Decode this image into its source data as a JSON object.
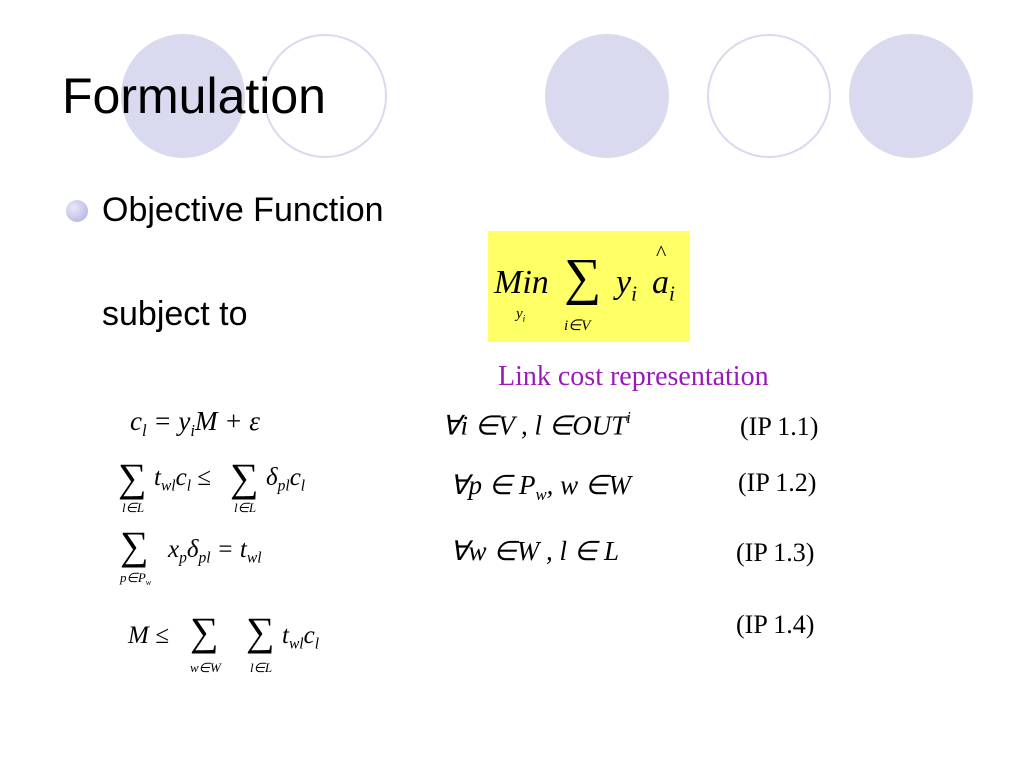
{
  "slide": {
    "title": "Formulation",
    "bullet": "Objective Function",
    "subject_to": "subject to",
    "caption": "Link cost representation"
  },
  "objective": {
    "min": "Min",
    "min_sub": "y",
    "min_sub_sub": "i",
    "sum_sym": "∑",
    "sum_limit": "i∈V",
    "var_y": "y",
    "var_y_sub": "i",
    "hat": "^",
    "var_a": "a",
    "var_a_sub": "i"
  },
  "constraints": [
    {
      "label": "(IP 1.1)",
      "lhs": "c",
      "lhs_sub": "l",
      "rhs_1": "= y",
      "rhs_1_sub": "i",
      "rhs_2": "M + ε",
      "domain": "∀i ∈V , l ∈OUT",
      "domain_sup": "i"
    },
    {
      "label": "(IP 1.2)",
      "sum_sym": "∑",
      "sum_limit_1": "l∈L",
      "term_1": "t",
      "term_1_sub": "wl",
      "term_2": "c",
      "term_2_sub": "l",
      "relation": "≤",
      "sum_limit_2": "l∈L",
      "term_3": "δ",
      "term_3_sub": "pl",
      "term_4": "c",
      "term_4_sub": "l",
      "domain_1": "∀p ∈ P",
      "domain_1_sub": "w",
      "domain_2": ", w ∈W"
    },
    {
      "label": "(IP 1.3)",
      "sum_sym": "∑",
      "sum_limit": "p∈P",
      "sum_limit_sub": "w",
      "term_1": "x",
      "term_1_sub": "p",
      "term_2": "δ",
      "term_2_sub": "pl",
      "relation": "= t",
      "rhs_sub": "wl",
      "domain": "∀w ∈W , l ∈ L"
    },
    {
      "label": "(IP 1.4)",
      "lhs": "M ≤",
      "sum_sym": "∑",
      "sum_limit_1": "w∈W",
      "sum_limit_2": "l∈L",
      "term_1": "t",
      "term_1_sub": "wl",
      "term_2": "c",
      "term_2_sub": "l"
    }
  ],
  "colors": {
    "circle": "#d9d9ef",
    "highlight": "#ffff66",
    "caption": "#9a1ab8"
  }
}
